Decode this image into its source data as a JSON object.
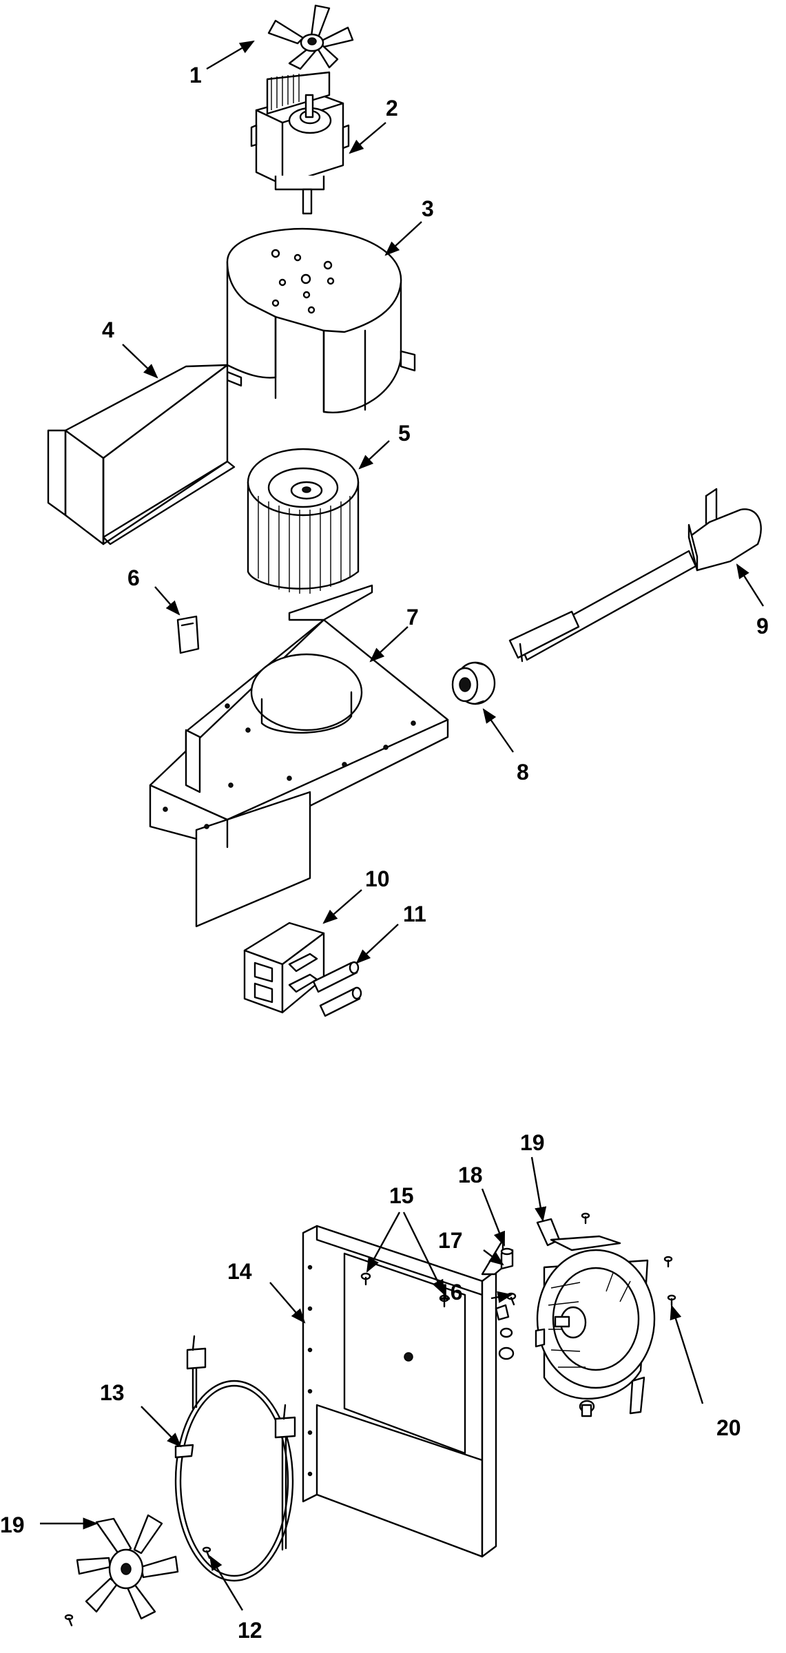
{
  "callouts": [
    {
      "id": "c1",
      "label": "1"
    },
    {
      "id": "c2",
      "label": "2"
    },
    {
      "id": "c3",
      "label": "3"
    },
    {
      "id": "c4",
      "label": "4"
    },
    {
      "id": "c5",
      "label": "5"
    },
    {
      "id": "c6",
      "label": "6"
    },
    {
      "id": "c7",
      "label": "7"
    },
    {
      "id": "c8",
      "label": "8"
    },
    {
      "id": "c9",
      "label": "9"
    },
    {
      "id": "c10",
      "label": "10"
    },
    {
      "id": "c11",
      "label": "11"
    },
    {
      "id": "c12",
      "label": "12"
    },
    {
      "id": "c13",
      "label": "13"
    },
    {
      "id": "c14",
      "label": "14"
    },
    {
      "id": "c15",
      "label": "15"
    },
    {
      "id": "c16",
      "label": "16"
    },
    {
      "id": "c17",
      "label": "17"
    },
    {
      "id": "c18",
      "label": "18"
    },
    {
      "id": "c19a",
      "label": "19"
    },
    {
      "id": "c19b",
      "label": "19"
    },
    {
      "id": "c20",
      "label": "20"
    }
  ],
  "parts": [
    {
      "id": "1",
      "icon": "fan-blade-icon"
    },
    {
      "id": "2",
      "icon": "motor-icon"
    },
    {
      "id": "3",
      "icon": "blower-housing-icon"
    },
    {
      "id": "4",
      "icon": "duct-icon"
    },
    {
      "id": "5",
      "icon": "blower-wheel-icon"
    },
    {
      "id": "6",
      "icon": "clip-icon"
    },
    {
      "id": "7",
      "icon": "mounting-bracket-icon"
    },
    {
      "id": "8",
      "icon": "strain-relief-icon"
    },
    {
      "id": "9",
      "icon": "power-cord-icon"
    },
    {
      "id": "10",
      "icon": "fuse-holder-icon"
    },
    {
      "id": "11",
      "icon": "fuse-icon"
    },
    {
      "id": "12",
      "icon": "screw-icon"
    },
    {
      "id": "13",
      "icon": "heating-element-icon"
    },
    {
      "id": "14",
      "icon": "convection-frame-icon"
    },
    {
      "id": "15",
      "icon": "screw-icon"
    },
    {
      "id": "16",
      "icon": "screw-icon"
    },
    {
      "id": "17",
      "icon": "spacer-icon"
    },
    {
      "id": "18",
      "icon": "spacer-icon"
    },
    {
      "id": "19",
      "icon": "convection-fan-icon"
    },
    {
      "id": "20",
      "icon": "screw-icon"
    }
  ]
}
